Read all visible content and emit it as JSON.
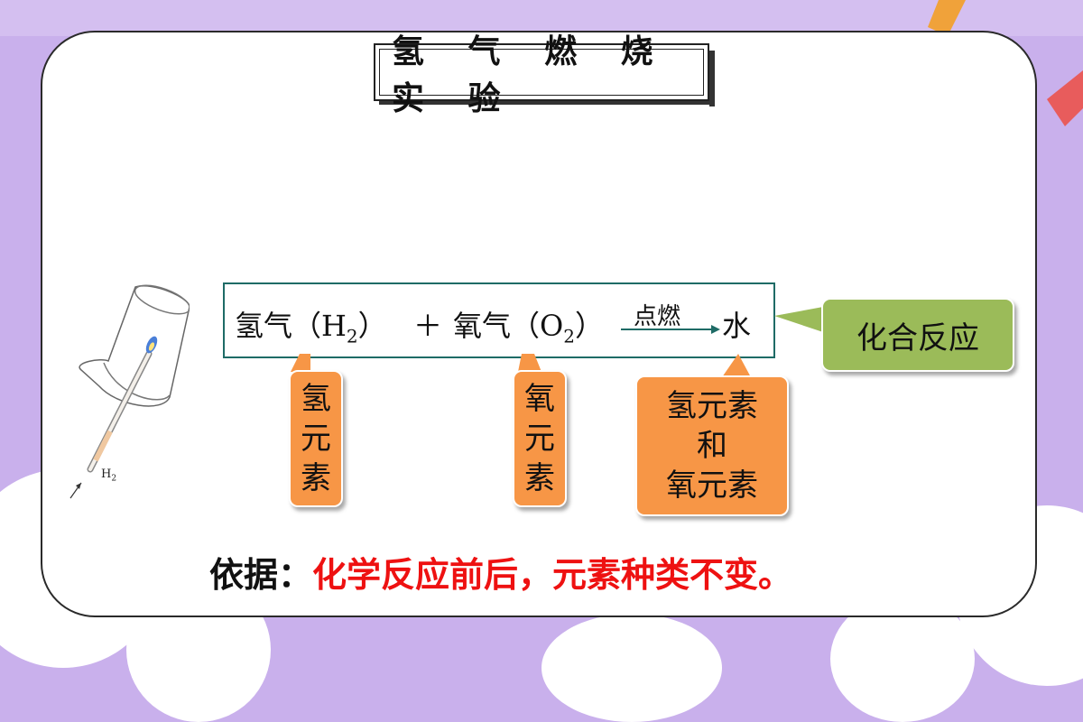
{
  "title": "氢 气 燃 烧 实 验",
  "equation": {
    "reactant1": "氢气（H",
    "reactant1_sub": "2",
    "reactant1_close": "）",
    "plus": "＋",
    "reactant2": "氧气（O",
    "reactant2_sub": "2",
    "reactant2_close": "）",
    "condition": "点燃",
    "product": "水"
  },
  "callouts": {
    "hydrogen": [
      "氢",
      "元",
      "素"
    ],
    "oxygen": [
      "氧",
      "元",
      "素"
    ],
    "water": [
      "氢元素",
      "和",
      "氧元素"
    ],
    "reaction_type": "化合反应"
  },
  "basis": {
    "label": "依据：",
    "text": "化学反应前后，元素种类不变。"
  },
  "illustration": {
    "gas_label": "H",
    "gas_label_sub": "2"
  },
  "colors": {
    "background": "#c9b0ec",
    "equation_border": "#1e6b66",
    "callout_orange": "#f79646",
    "callout_green": "#9bbb59",
    "basis_red": "#ee1111"
  }
}
